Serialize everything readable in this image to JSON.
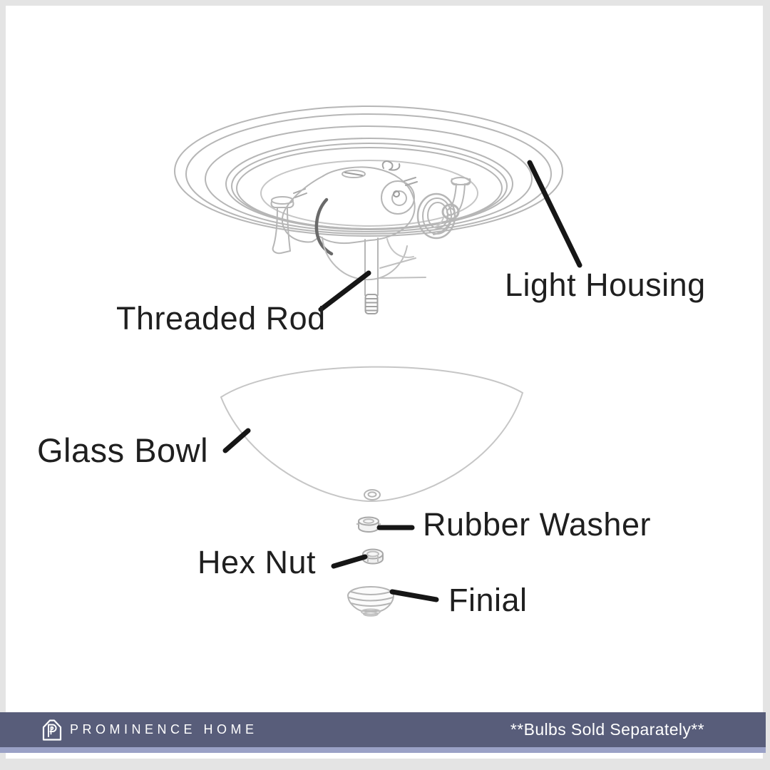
{
  "diagram": {
    "labels": {
      "light_housing": "Light Housing",
      "threaded_rod": "Threaded Rod",
      "glass_bowl": "Glass Bowl",
      "rubber_washer": "Rubber Washer",
      "hex_nut": "Hex Nut",
      "finial": "Finial"
    }
  },
  "footer": {
    "brand": "PROMINENCE HOME",
    "note": "**Bulbs Sold Separately**",
    "logo_icon": "house-p-monogram"
  },
  "colors": {
    "frame": "#e4e4e4",
    "canvas": "#ffffff",
    "footer_bar": "#585d7a",
    "footer_accent": "#9aa1c6",
    "footer_text": "#ffffff",
    "label_text": "#1f1f1f",
    "leader_line": "#161616",
    "line_art": "#b6b6b6"
  }
}
